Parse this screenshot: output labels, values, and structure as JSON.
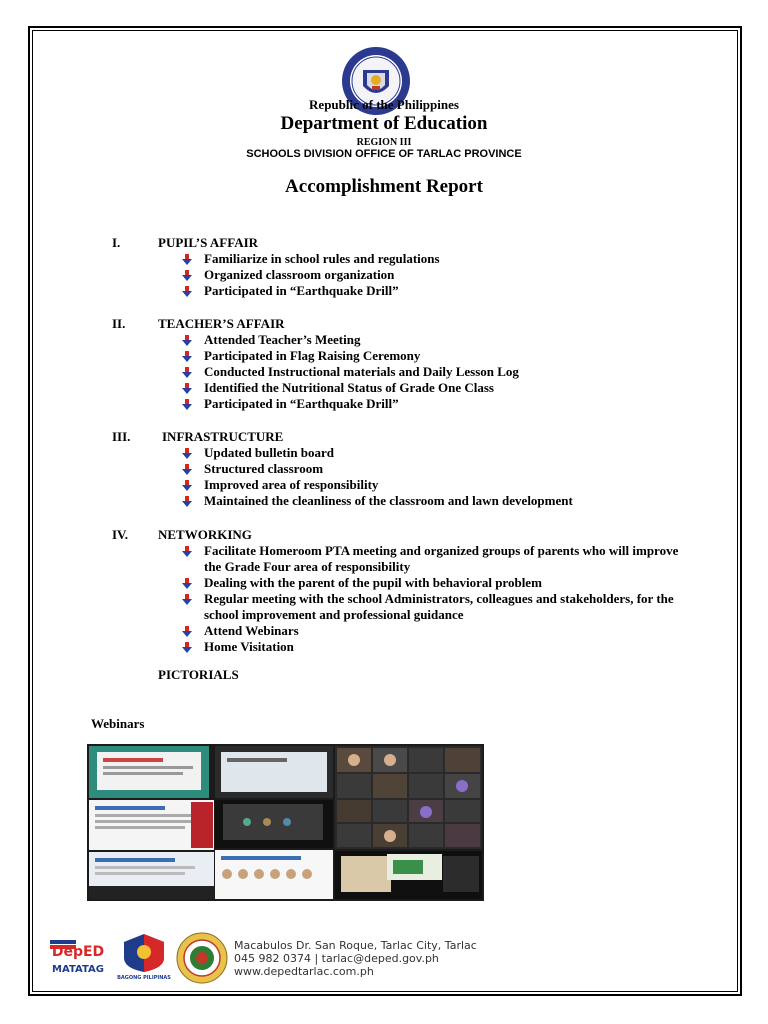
{
  "header": {
    "republic": "Republic of the Philippines",
    "department": "Department of Education",
    "region": "REGION III",
    "division": "SCHOOLS DIVISION OFFICE OF TARLAC PROVINCE",
    "title": "Accomplishment Report"
  },
  "sections": [
    {
      "num": "I.",
      "title": "PUPIL’S AFFAIR",
      "items": [
        "Familiarize in school rules and regulations",
        "Organized classroom organization",
        "Participated in “Earthquake Drill”"
      ]
    },
    {
      "num": "II.",
      "title": "TEACHER’S AFFAIR",
      "items": [
        "Attended Teacher’s Meeting",
        "Participated in Flag Raising Ceremony",
        "Conducted Instructional materials and Daily Lesson Log",
        "Identified the Nutritional Status of Grade One Class",
        "Participated in “Earthquake Drill”"
      ]
    },
    {
      "num": "III.",
      "title": "INFRASTRUCTURE",
      "items": [
        "Updated bulletin board",
        "Structured classroom",
        "Improved area of responsibility",
        "Maintained the cleanliness of the classroom and lawn development"
      ]
    },
    {
      "num": "IV.",
      "title": "NETWORKING",
      "items": [
        "Facilitate Homeroom PTA meeting and organized groups of parents who will improve the Grade Four area of responsibility",
        "Dealing with the parent of the pupil with behavioral problem",
        "Regular meeting with the school Administrators, colleagues and stakeholders, for the school improvement and professional guidance",
        "Attend Webinars",
        "Home Visitation"
      ]
    }
  ],
  "pictorials_label": "PICTORIALS",
  "webinars_label": "Webinars",
  "footer": {
    "deped_text": "DepED",
    "matatag_text": "MATATAG",
    "bagong_text": "BAGONG PILIPINAS",
    "address": "Macabulos Dr. San Roque, Tarlac City, Tarlac",
    "contact": "045 982 0374 | tarlac@deped.gov.ph",
    "website": "www.depedtarlac.com.ph"
  },
  "colors": {
    "bullet_red": "#d4271f",
    "bullet_blue": "#2a3fa6",
    "seal_blue": "#2b3a8f",
    "deped_red": "#d62828",
    "deped_blue": "#1f3c8c"
  }
}
